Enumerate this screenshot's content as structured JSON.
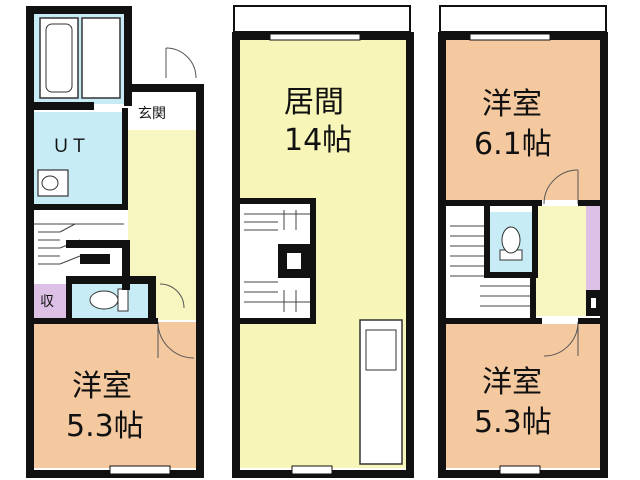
{
  "rooms": {
    "entrance": "玄関",
    "utility": "ＵＴ",
    "storage": "収",
    "west_room": {
      "name": "洋室",
      "size": "5.3帖"
    },
    "living": {
      "name": "居間",
      "size": "14帖"
    },
    "east_upper_room": {
      "name": "洋室",
      "size": "6.1帖"
    },
    "east_lower_room": {
      "name": "洋室",
      "size": "5.3帖"
    }
  },
  "colors": {
    "wall": "#111111",
    "bedroom": "#f5c9a0",
    "living": "#f7f6b8",
    "hall": "#f7f6c0",
    "wet_area": "#c7ecf5",
    "storage": "#dcc0e6",
    "white": "#ffffff"
  }
}
